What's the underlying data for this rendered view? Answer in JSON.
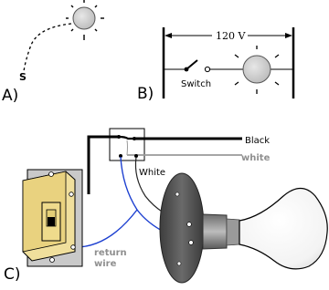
{
  "panel_a": {
    "letter": "A)",
    "switch_label": "S"
  },
  "panel_b": {
    "letter": "B)",
    "voltage_label": "120 V",
    "switch_label": "Switch"
  },
  "panel_c": {
    "letter": "C)",
    "wire_labels": {
      "black": "Black",
      "white_right": "white",
      "white_box": "White",
      "return_1": "return",
      "return_2": "wire"
    }
  },
  "colors": {
    "gray_text": "#8f8f8f",
    "blue_wire": "#1c3fd0",
    "bulb_fill": "#cfcfcf",
    "switch_body": "#f0df9c",
    "socket_plate": "#555555"
  }
}
